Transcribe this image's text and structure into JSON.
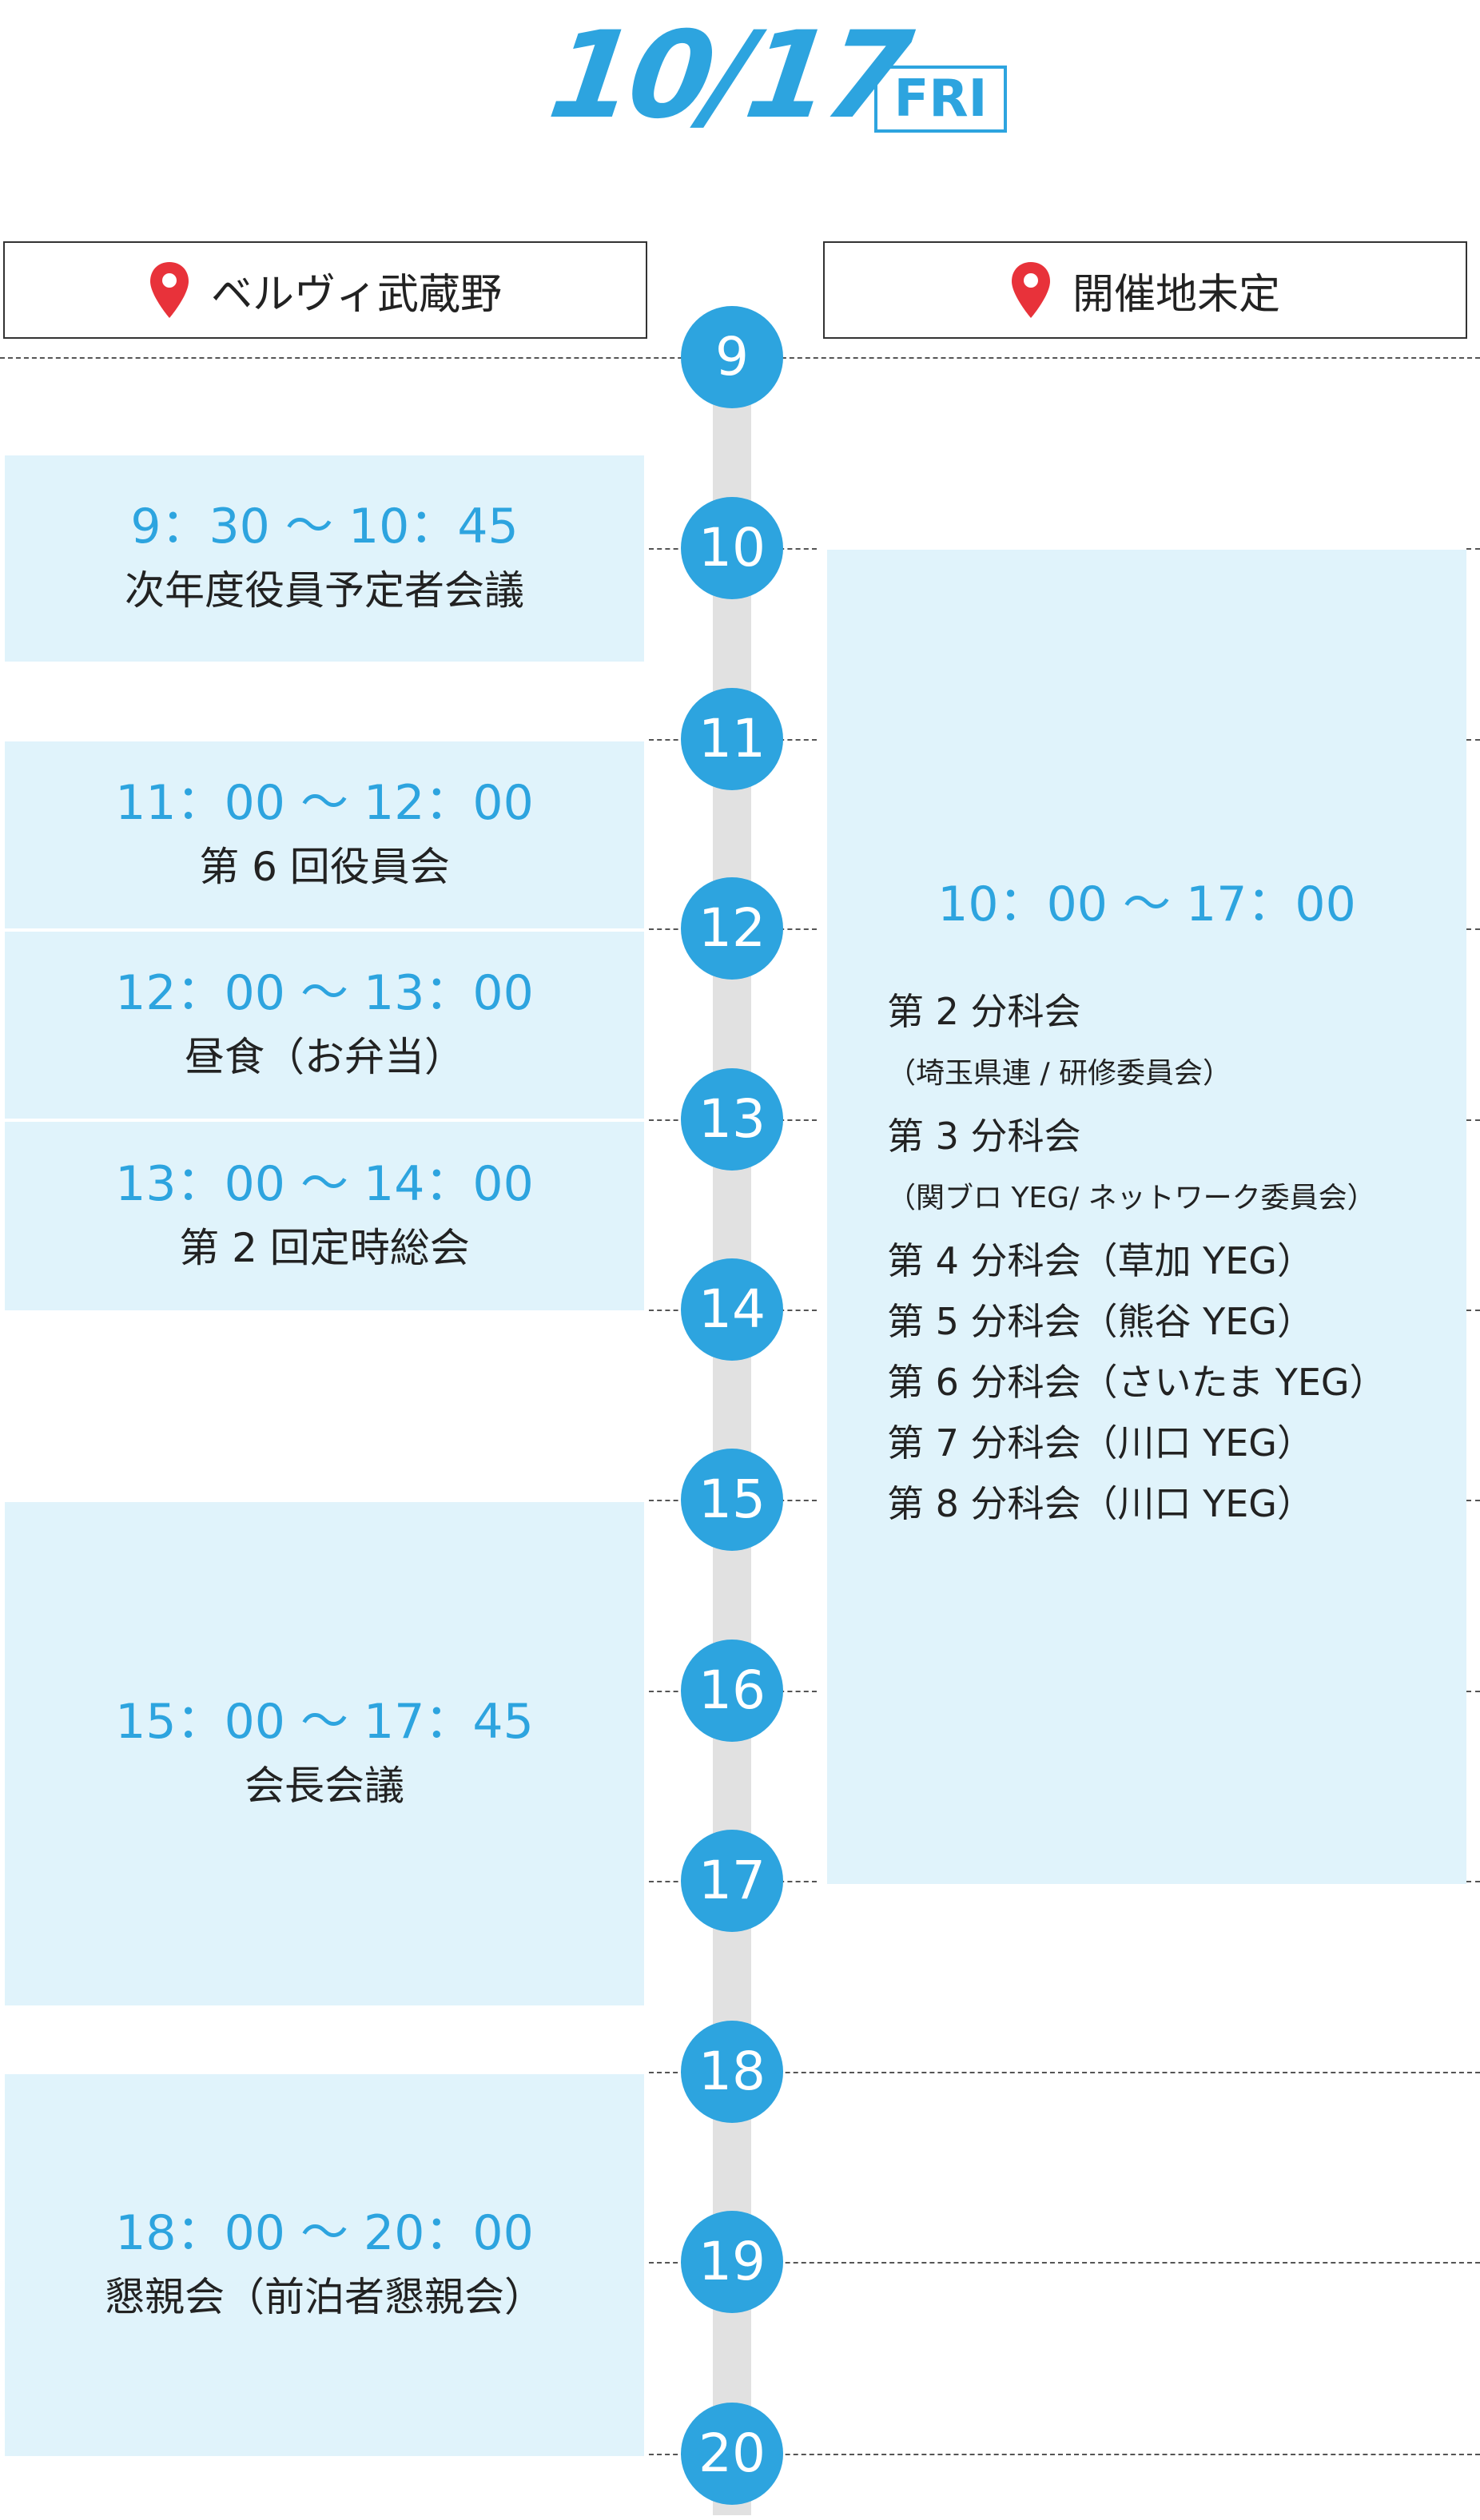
{
  "header": {
    "date": "10/17",
    "day": "FRI"
  },
  "venues": {
    "left": "ベルヴィ武蔵野",
    "right": "開催地未定"
  },
  "hours": [
    "9",
    "10",
    "11",
    "12",
    "13",
    "14",
    "15",
    "16",
    "17",
    "18",
    "19",
    "20"
  ],
  "left_events": [
    {
      "time": "9：30 ～ 10：45",
      "name": "次年度役員予定者会議"
    },
    {
      "time": "11：00 ～ 12：00",
      "name": "第 6 回役員会"
    },
    {
      "time": "12：00 ～ 13：00",
      "name": "昼食（お弁当）"
    },
    {
      "time": "13：00 ～ 14：00",
      "name": "第 2 回定時総会"
    },
    {
      "time": "15：00 ～ 17：45",
      "name": "会長会議"
    },
    {
      "time": "18：00 ～ 20：00",
      "name": "懇親会（前泊者懇親会）"
    }
  ],
  "right_event": {
    "time": "10：00 ～ 17：00",
    "lines": [
      "第 2 分科会",
      "（埼玉県連 / 研修委員会）",
      "第 3 分科会",
      "（関ブロ YEG/ ネットワーク委員会）",
      "第 4 分科会（草加 YEG）",
      "第 5 分科会（熊谷 YEG）",
      "第 6 分科会（さいたま YEG）",
      "第 7 分科会（川口 YEG）",
      "第 8 分科会（川口 YEG）"
    ]
  },
  "colors": {
    "accent": "#2da4df",
    "event_bg": "#e0f3fb",
    "track": "#e1e1e1",
    "pin": "#e8323a"
  }
}
